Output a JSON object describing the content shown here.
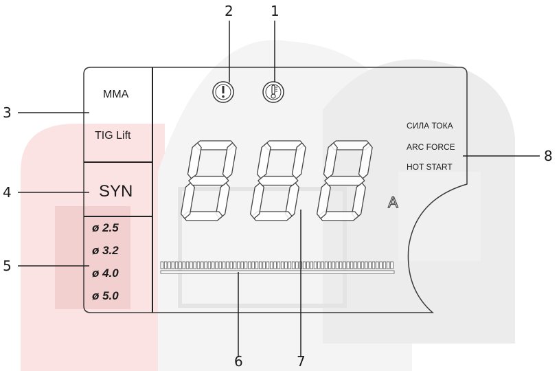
{
  "callouts": {
    "n1": "1",
    "n2": "2",
    "n3": "3",
    "n4": "4",
    "n5": "5",
    "n6": "6",
    "n7": "7",
    "n8": "8"
  },
  "modes": {
    "mma": "MMA",
    "tig_lift": "TIG Lift",
    "syn": "SYN"
  },
  "electrodes": [
    "ø 2.5",
    "ø 3.2",
    "ø 4.0",
    "ø 5.0"
  ],
  "functions": [
    "СИЛА ТОКА",
    "ARC FORCE",
    "HOT START"
  ],
  "display": {
    "digits": "888",
    "unit": "A"
  },
  "icons": {
    "indicator_2": "warning-exclamation-icon",
    "indicator_1": "thermometer-overheat-icon"
  },
  "colors": {
    "outline": "#3a3a3a",
    "watermark_red": "#f7d4d4",
    "watermark_gray": "#ececec"
  }
}
